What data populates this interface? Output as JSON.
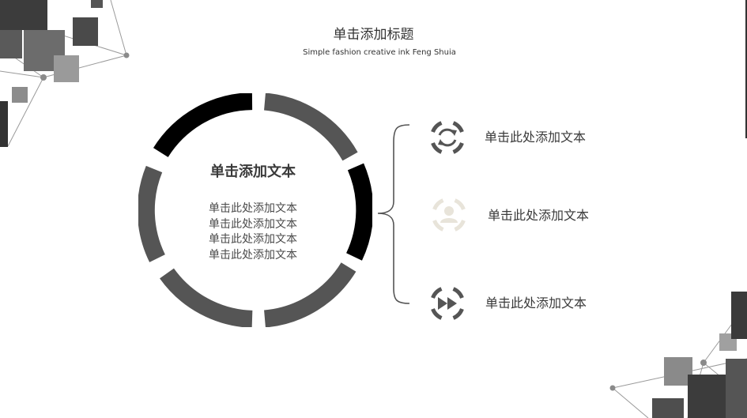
{
  "title": "单击添加标题",
  "subtitle": "Simple fashion creative ink Feng Shuia",
  "ring": {
    "heading": "单击添加文本",
    "lines": [
      "单击此处添加文本",
      "单击此处添加文本",
      "单击此处添加文本",
      "单击此处添加文本"
    ]
  },
  "items": [
    {
      "icon": "refresh-icon",
      "label": "单击此处添加文本"
    },
    {
      "icon": "user-icon",
      "label": "单击此处添加文本"
    },
    {
      "icon": "fast-forward-icon",
      "label": "单击此处添加文本"
    }
  ],
  "colors": {
    "text": "#333333",
    "ring_black": "#000000",
    "ring_gray": "#555555",
    "icon_gray": "#555555",
    "icon_light": "#e8e4da"
  }
}
